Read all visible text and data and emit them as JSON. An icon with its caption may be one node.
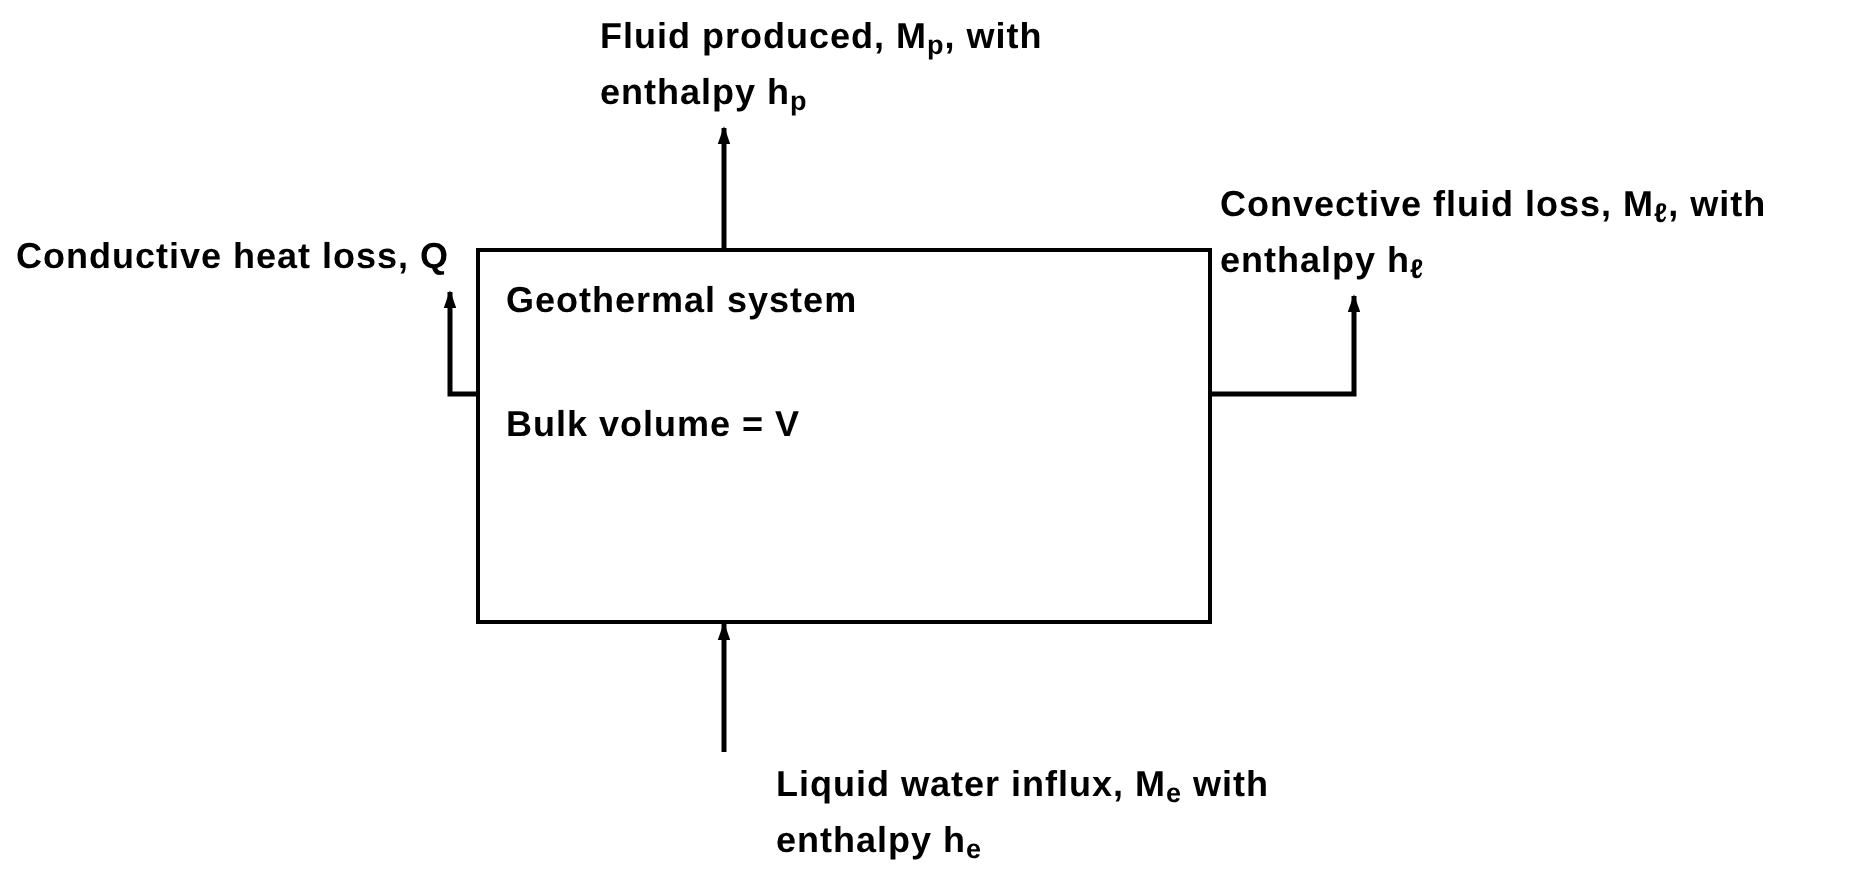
{
  "diagram": {
    "nodes": [
      {
        "text": [
          "Geothermal system",
          "Bulk volume = V"
        ]
      },
      {
        "text": [
          "Fluid produced, M$_{p}$, with enthalpy h$_{p}$"
        ]
      },
      {
        "text": [
          "Conductive heat loss, Q"
        ]
      },
      {
        "text": [
          "Convective fluid loss, M$_{ℓ}$, with enthalpy h$_{ℓ}$"
        ]
      },
      {
        "text": [
          "Liquid water influx, M$_{e}$ with enthalpy h$_{e}$"
        ]
      }
    ],
    "edges": [
      {
        "from": 0,
        "to": 1,
        "arrow": "to"
      },
      {
        "from": 0,
        "to": 2,
        "arrow": "to"
      },
      {
        "from": 0,
        "to": 3,
        "arrow": "to"
      },
      {
        "from": 4,
        "to": 0,
        "arrow": "to"
      }
    ]
  }
}
